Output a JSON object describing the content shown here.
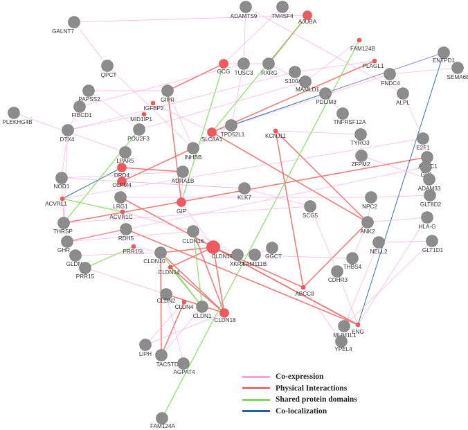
{
  "colors": {
    "node_gray": "#8c8c8c",
    "node_red": "#ef5a5f",
    "label": "#333333",
    "coexpression": "#f4a6dc",
    "physical": "#ee6e6e",
    "shared_domains": "#7ed957",
    "colocalization": "#1f5fa6"
  },
  "legend": [
    {
      "label": "Co-expression",
      "color": "#f4a6dc"
    },
    {
      "label": "Physical Interactions",
      "color": "#ee6e6e"
    },
    {
      "label": "Shared protein domains",
      "color": "#7ed957"
    },
    {
      "label": "Co-localization",
      "color": "#1f5fa6"
    }
  ],
  "nodes": [
    {
      "id": "ADAMTS9",
      "label": "ADAMTS9",
      "kind": "gray"
    },
    {
      "id": "TM4SF4",
      "label": "TM4SF4",
      "kind": "gray"
    },
    {
      "id": "AJUBA",
      "label": "AJUBA",
      "kind": "red"
    },
    {
      "id": "GALNT7",
      "label": "GALNT7",
      "kind": "gray"
    },
    {
      "id": "FAM124B",
      "label": "FAM124B",
      "kind": "red-small"
    },
    {
      "id": "PLAGL1",
      "label": "PLAGL1",
      "kind": "red-small"
    },
    {
      "id": "ENTPD1",
      "label": "ENTPD1",
      "kind": "gray"
    },
    {
      "id": "SEMA6B",
      "label": "SEMA6B",
      "kind": "gray"
    },
    {
      "id": "QPCT",
      "label": "QPCT",
      "kind": "gray"
    },
    {
      "id": "GCG",
      "label": "GCG",
      "kind": "red"
    },
    {
      "id": "TUSC3",
      "label": "TUSC3",
      "kind": "gray"
    },
    {
      "id": "RXRG",
      "label": "RXRG",
      "kind": "gray"
    },
    {
      "id": "S100A1",
      "label": "S100A1",
      "kind": "gray"
    },
    {
      "id": "MAMLD1",
      "label": "MAMLD1",
      "kind": "gray"
    },
    {
      "id": "FNDC4",
      "label": "FNDC4",
      "kind": "gray"
    },
    {
      "id": "ALPL",
      "label": "ALPL",
      "kind": "gray"
    },
    {
      "id": "PAPSS2",
      "label": "PAPSS2",
      "kind": "gray"
    },
    {
      "id": "GIPR",
      "label": "GIPR",
      "kind": "gray"
    },
    {
      "id": "FIBCD1",
      "label": "FIBCD1",
      "kind": "gray"
    },
    {
      "id": "PDLIM3",
      "label": "PDLIM3",
      "kind": "gray"
    },
    {
      "id": "IGFBP2",
      "label": "IGFBP2",
      "kind": "red-small"
    },
    {
      "id": "MID1IP1",
      "label": "MID1IP1",
      "kind": "red-small"
    },
    {
      "id": "PLEKHG4B",
      "label": "PLEKHG4B",
      "kind": "gray"
    },
    {
      "id": "TNFRSF12A",
      "label": "TNFRSF12A",
      "kind": "gray"
    },
    {
      "id": "DTX4",
      "label": "DTX4",
      "kind": "gray"
    },
    {
      "id": "POU2F3",
      "label": "POU2F3",
      "kind": "gray"
    },
    {
      "id": "TPD52L1",
      "label": "TPD52L1",
      "kind": "gray"
    },
    {
      "id": "KCNJ11",
      "label": "KCNJ11",
      "kind": "red-small"
    },
    {
      "id": "SLC8A1",
      "label": "SLC8A1",
      "kind": "red"
    },
    {
      "id": "TYRO3",
      "label": "TYRO3",
      "kind": "gray"
    },
    {
      "id": "E2F1",
      "label": "E2F1",
      "kind": "gray"
    },
    {
      "id": "LPAR5",
      "label": "LPAR5",
      "kind": "gray"
    },
    {
      "id": "INHBB",
      "label": "INHBB",
      "kind": "gray"
    },
    {
      "id": "ZFPM2",
      "label": "ZFPM2",
      "kind": "gray"
    },
    {
      "id": "DRD4",
      "label": "DRD4",
      "kind": "red"
    },
    {
      "id": "APOC1",
      "label": "APOC1",
      "kind": "gray"
    },
    {
      "id": "NOD1",
      "label": "NOD1",
      "kind": "gray"
    },
    {
      "id": "ADRA1B",
      "label": "ADRA1B",
      "kind": "gray"
    },
    {
      "id": "OLFM4",
      "label": "OLFM4",
      "kind": "red"
    },
    {
      "id": "GH1",
      "label": "GH1",
      "kind": "gray"
    },
    {
      "id": "ACVRL1",
      "label": "ACVRL1",
      "kind": "red-small"
    },
    {
      "id": "KLK7",
      "label": "KLK7",
      "kind": "gray"
    },
    {
      "id": "ADAM33",
      "label": "ADAM33",
      "kind": "gray"
    },
    {
      "id": "LRG1",
      "label": "LRG1",
      "kind": "gray"
    },
    {
      "id": "GIP",
      "label": "GIP",
      "kind": "red"
    },
    {
      "id": "NPC2",
      "label": "NPC2",
      "kind": "gray"
    },
    {
      "id": "ACVR1C",
      "label": "ACVR1C",
      "kind": "red-small"
    },
    {
      "id": "GLT8D2",
      "label": "GLT8D2",
      "kind": "gray"
    },
    {
      "id": "SCG5",
      "label": "SCG5",
      "kind": "gray"
    },
    {
      "id": "THRSP",
      "label": "THRSP",
      "kind": "gray"
    },
    {
      "id": "HLA-G",
      "label": "HLA-G",
      "kind": "gray"
    },
    {
      "id": "ANK2",
      "label": "ANK2",
      "kind": "gray"
    },
    {
      "id": "RDH5",
      "label": "RDH5",
      "kind": "gray"
    },
    {
      "id": "CLDN16",
      "label": "CLDN16",
      "kind": "gray"
    },
    {
      "id": "GLT1D1",
      "label": "GLT1D1",
      "kind": "gray"
    },
    {
      "id": "GHR",
      "label": "GHR",
      "kind": "gray"
    },
    {
      "id": "NELL2",
      "label": "NELL2",
      "kind": "gray"
    },
    {
      "id": "PRR15L",
      "label": "PRR15L",
      "kind": "red-small"
    },
    {
      "id": "CLDN19",
      "label": "CLDN19",
      "kind": "red-large"
    },
    {
      "id": "GGCT",
      "label": "GGCT",
      "kind": "gray"
    },
    {
      "id": "XKRX",
      "label": "XKRX",
      "kind": "gray"
    },
    {
      "id": "FAM111B",
      "label": "FAM111B",
      "kind": "gray"
    },
    {
      "id": "GLDN",
      "label": "GLDN",
      "kind": "gray"
    },
    {
      "id": "CLDN10",
      "label": "CLDN10",
      "kind": "gray"
    },
    {
      "id": "THBS4",
      "label": "THBS4",
      "kind": "gray"
    },
    {
      "id": "PRR15",
      "label": "PRR15",
      "kind": "gray"
    },
    {
      "id": "CLDN14",
      "label": "CLDN14",
      "kind": "red-small"
    },
    {
      "id": "CDHR3",
      "label": "CDHR3",
      "kind": "gray"
    },
    {
      "id": "ABCC8",
      "label": "ABCC8",
      "kind": "red-small"
    },
    {
      "id": "CLDN2",
      "label": "CLDN2",
      "kind": "gray"
    },
    {
      "id": "CLDN4",
      "label": "CLDN4",
      "kind": "red-small"
    },
    {
      "id": "CLDN1",
      "label": "CLDN1",
      "kind": "gray"
    },
    {
      "id": "CLDN18",
      "label": "CLDN18",
      "kind": "red"
    },
    {
      "id": "ENG",
      "label": "ENG",
      "kind": "red-small"
    },
    {
      "id": "MUM1L1",
      "label": "MUM1L1",
      "kind": "gray"
    },
    {
      "id": "YPEL4",
      "label": "YPEL4",
      "kind": "gray"
    },
    {
      "id": "LIPH",
      "label": "LIPH",
      "kind": "gray"
    },
    {
      "id": "TACSTD2",
      "label": "TACSTD2",
      "kind": "gray"
    },
    {
      "id": "AGPAT4",
      "label": "AGPAT4",
      "kind": "gray"
    },
    {
      "id": "FAM124A",
      "label": "FAM124A",
      "kind": "gray"
    }
  ],
  "edges": [
    {
      "source": "AJUBA",
      "target": "RXRG",
      "type": "physical"
    },
    {
      "source": "GCG",
      "target": "GIPR",
      "type": "physical"
    },
    {
      "source": "GIPR",
      "target": "GIP",
      "type": "physical"
    },
    {
      "source": "DRD4",
      "target": "ADRA1B",
      "type": "physical"
    },
    {
      "source": "SLC8A1",
      "target": "PLAGL1",
      "type": "physical"
    },
    {
      "source": "KCNJ11",
      "target": "ABCC8",
      "type": "physical"
    },
    {
      "source": "KCNJ11",
      "target": "ANK2",
      "type": "physical"
    },
    {
      "source": "SLC8A1",
      "target": "ANK2",
      "type": "physical"
    },
    {
      "source": "OLFM4",
      "target": "INHBB",
      "type": "physical"
    },
    {
      "source": "THRSP",
      "target": "APOC1",
      "type": "physical"
    },
    {
      "source": "LRG1",
      "target": "ENG",
      "type": "physical"
    },
    {
      "source": "RDH5",
      "target": "ENG",
      "type": "physical"
    },
    {
      "source": "ABCC8",
      "target": "ANK2",
      "type": "physical"
    },
    {
      "source": "CLDN19",
      "target": "CLDN10",
      "type": "physical"
    },
    {
      "source": "CLDN19",
      "target": "CLDN14",
      "type": "physical"
    },
    {
      "source": "CLDN19",
      "target": "CLDN18",
      "type": "physical"
    },
    {
      "source": "CLDN16",
      "target": "CLDN18",
      "type": "physical"
    },
    {
      "source": "CLDN10",
      "target": "CLDN18",
      "type": "physical"
    },
    {
      "source": "CLDN14",
      "target": "CLDN18",
      "type": "physical"
    },
    {
      "source": "CLDN2",
      "target": "CLDN18",
      "type": "physical"
    },
    {
      "source": "CLDN4",
      "target": "TACSTD2",
      "type": "physical"
    },
    {
      "source": "CLDN10",
      "target": "TACSTD2",
      "type": "physical"
    },
    {
      "source": "CLDN19",
      "target": "ABCC8",
      "type": "physical"
    },
    {
      "source": "CLDN19",
      "target": "ENG",
      "type": "physical"
    },
    {
      "source": "GHR",
      "target": "RDH5",
      "type": "physical"
    },
    {
      "source": "FAM124A",
      "target": "FAM124B",
      "type": "shared_domains"
    },
    {
      "source": "CLDN16",
      "target": "CLDN1",
      "type": "shared_domains"
    },
    {
      "source": "CLDN10",
      "target": "CLDN1",
      "type": "shared_domains"
    },
    {
      "source": "CLDN14",
      "target": "CLDN1",
      "type": "shared_domains"
    },
    {
      "source": "PRR15L",
      "target": "PRR15",
      "type": "shared_domains"
    },
    {
      "source": "ACVRL1",
      "target": "ACVR1C",
      "type": "shared_domains"
    },
    {
      "source": "THRSP",
      "target": "POU2F3",
      "type": "shared_domains"
    },
    {
      "source": "AJUBA",
      "target": "SLC8A1",
      "type": "shared_domains"
    },
    {
      "source": "GCG",
      "target": "GIP",
      "type": "shared_domains"
    },
    {
      "source": "ENTPD1",
      "target": "ENG",
      "type": "colocalization"
    },
    {
      "source": "ENTPD1",
      "target": "TPD52L1",
      "type": "colocalization"
    },
    {
      "source": "ACVRL1",
      "target": "DRD4",
      "type": "colocalization"
    },
    {
      "source": "GALNT7",
      "target": "AJUBA",
      "type": "coexpression"
    },
    {
      "source": "ADAMTS9",
      "target": "ALPL",
      "type": "coexpression"
    },
    {
      "source": "TM4SF4",
      "target": "GCG",
      "type": "coexpression"
    },
    {
      "source": "QPCT",
      "target": "INHBB",
      "type": "coexpression"
    },
    {
      "source": "PAPSS2",
      "target": "GIPR",
      "type": "coexpression"
    },
    {
      "source": "FIBCD1",
      "target": "TUSC3",
      "type": "coexpression"
    },
    {
      "source": "PLEKHG4B",
      "target": "LPAR5",
      "type": "coexpression"
    },
    {
      "source": "DTX4",
      "target": "S100A1",
      "type": "coexpression"
    },
    {
      "source": "POU2F3",
      "target": "MAMLD1",
      "type": "coexpression"
    },
    {
      "source": "NOD1",
      "target": "KLK7",
      "type": "coexpression"
    },
    {
      "source": "NOD1",
      "target": "ADRA1B",
      "type": "coexpression"
    },
    {
      "source": "ACVRL1",
      "target": "E2F1",
      "type": "coexpression"
    },
    {
      "source": "LRG1",
      "target": "NPC2",
      "type": "coexpression"
    },
    {
      "source": "THRSP",
      "target": "SCG5",
      "type": "coexpression"
    },
    {
      "source": "GHR",
      "target": "CLDN16",
      "type": "coexpression"
    },
    {
      "source": "GLDN",
      "target": "CLDN10",
      "type": "coexpression"
    },
    {
      "source": "PRR15",
      "target": "CLDN2",
      "type": "coexpression"
    },
    {
      "source": "LIPH",
      "target": "CLDN4",
      "type": "coexpression"
    },
    {
      "source": "AGPAT4",
      "target": "CLDN2",
      "type": "coexpression"
    },
    {
      "source": "TACSTD2",
      "target": "CLDN1",
      "type": "coexpression"
    },
    {
      "source": "LIPH",
      "target": "CLDN18",
      "type": "coexpression"
    },
    {
      "source": "XKRX",
      "target": "THBS4",
      "type": "coexpression"
    },
    {
      "source": "FAM111B",
      "target": "GGCT",
      "type": "coexpression"
    },
    {
      "source": "CDHR3",
      "target": "ENG",
      "type": "coexpression"
    },
    {
      "source": "MUM1L1",
      "target": "NELL2",
      "type": "coexpression"
    },
    {
      "source": "YPEL4",
      "target": "ABCC8",
      "type": "coexpression"
    },
    {
      "source": "NELL2",
      "target": "GLT1D1",
      "type": "coexpression"
    },
    {
      "source": "HLA-G",
      "target": "ANK2",
      "type": "coexpression"
    },
    {
      "source": "GLT8D2",
      "target": "NPC2",
      "type": "coexpression"
    },
    {
      "source": "ADAM33",
      "target": "ZFPM2",
      "type": "coexpression"
    },
    {
      "source": "GH1",
      "target": "GHR",
      "type": "coexpression"
    },
    {
      "source": "TYRO3",
      "target": "KCNJ11",
      "type": "coexpression"
    },
    {
      "source": "TNFRSF12A",
      "target": "PDLIM3",
      "type": "coexpression"
    },
    {
      "source": "FNDC4",
      "target": "SEMA6B",
      "type": "coexpression"
    },
    {
      "source": "RXRG",
      "target": "PDLIM3",
      "type": "coexpression"
    },
    {
      "source": "MAMLD1",
      "target": "FAM124B",
      "type": "coexpression"
    },
    {
      "source": "S100A1",
      "target": "PLAGL1",
      "type": "coexpression"
    },
    {
      "source": "TUSC3",
      "target": "ADAMTS9",
      "type": "coexpression"
    },
    {
      "source": "QPCT",
      "target": "GALNT7",
      "type": "coexpression"
    },
    {
      "source": "IGFBP2",
      "target": "SLC8A1",
      "type": "coexpression"
    },
    {
      "source": "MID1IP1",
      "target": "DTX4",
      "type": "coexpression"
    },
    {
      "source": "DTX4",
      "target": "NOD1",
      "type": "coexpression"
    },
    {
      "source": "FIBCD1",
      "target": "DTX4",
      "type": "coexpression"
    },
    {
      "source": "PAPSS2",
      "target": "POU2F3",
      "type": "coexpression"
    },
    {
      "source": "LPAR5",
      "target": "DRD4",
      "type": "coexpression"
    },
    {
      "source": "INHBB",
      "target": "TPD52L1",
      "type": "coexpression"
    },
    {
      "source": "ADRA1B",
      "target": "GIP",
      "type": "coexpression"
    },
    {
      "source": "KLK7",
      "target": "SCG5",
      "type": "coexpression"
    },
    {
      "source": "NPC2",
      "target": "ANK2",
      "type": "coexpression"
    },
    {
      "source": "ZFPM2",
      "target": "TYRO3",
      "type": "coexpression"
    },
    {
      "source": "E2F1",
      "target": "APOC1",
      "type": "coexpression"
    },
    {
      "source": "APOC1",
      "target": "GH1",
      "type": "coexpression"
    },
    {
      "source": "ALPL",
      "target": "E2F1",
      "type": "coexpression"
    },
    {
      "source": "NOD1",
      "target": "THRSP",
      "type": "coexpression"
    },
    {
      "source": "ACVRL1",
      "target": "GHR",
      "type": "coexpression"
    },
    {
      "source": "LRG1",
      "target": "RDH5",
      "type": "coexpression"
    },
    {
      "source": "CLDN16",
      "target": "XKRX",
      "type": "coexpression"
    },
    {
      "source": "PRR15L",
      "target": "CLDN10",
      "type": "coexpression"
    },
    {
      "source": "GCG",
      "target": "RXRG",
      "type": "coexpression"
    },
    {
      "source": "TUSC3",
      "target": "TPD52L1",
      "type": "coexpression"
    },
    {
      "source": "GIPR",
      "target": "INHBB",
      "type": "coexpression"
    },
    {
      "source": "FNDC4",
      "target": "SLC8A1",
      "type": "coexpression"
    },
    {
      "source": "ENTPD1",
      "target": "PDLIM3",
      "type": "coexpression"
    },
    {
      "source": "DTX4",
      "target": "THRSP",
      "type": "coexpression"
    },
    {
      "source": "OLFM4",
      "target": "KLK7",
      "type": "coexpression"
    },
    {
      "source": "ACVR1C",
      "target": "CLDN16",
      "type": "coexpression"
    },
    {
      "source": "GIP",
      "target": "CLDN19",
      "type": "coexpression"
    },
    {
      "source": "SCG5",
      "target": "CDHR3",
      "type": "coexpression"
    },
    {
      "source": "ANK2",
      "target": "THBS4",
      "type": "coexpression"
    },
    {
      "source": "HLA-G",
      "target": "ENG",
      "type": "coexpression"
    },
    {
      "source": "GLT1D1",
      "target": "MUM1L1",
      "type": "coexpression"
    }
  ]
}
